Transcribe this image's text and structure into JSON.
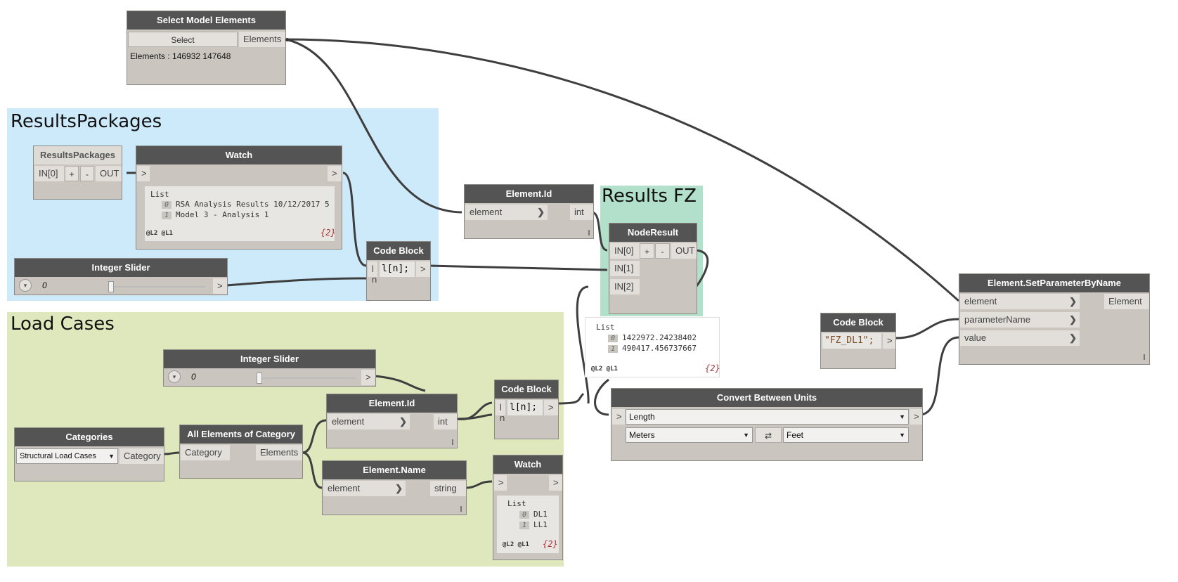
{
  "groups": {
    "results_packages": {
      "title": "ResultsPackages",
      "color": "#cdeafb"
    },
    "load_cases": {
      "title": "Load Cases",
      "color": "#dfe8bd"
    },
    "results_fz": {
      "title": "Results FZ",
      "color": "#b2e0cb"
    }
  },
  "select_model": {
    "title": "Select Model Elements",
    "button": "Select",
    "output": "Elements",
    "info": "Elements : 146932 147648"
  },
  "results_packages_node": {
    "title": "ResultsPackages",
    "input": "IN[0]",
    "plus": "+",
    "minus": "-",
    "output": "OUT"
  },
  "watch1": {
    "title": "Watch",
    "in": ">",
    "out": ">",
    "list_label": "List",
    "items": [
      {
        "idx": "0",
        "value": "RSA Analysis Results 10/12/2017 5"
      },
      {
        "idx": "1",
        "value": "Model 3 - Analysis 1"
      }
    ],
    "levels": "@L2 @L1",
    "count": "{2}"
  },
  "slider1": {
    "title": "Integer Slider",
    "value": "0",
    "out": ">",
    "position": 0.2
  },
  "code_block1": {
    "title": "Code Block",
    "in_l": "l",
    "in_n": "n",
    "code": "l[n];",
    "out": ">"
  },
  "element_id1": {
    "title": "Element.Id",
    "input": "element",
    "output": "int"
  },
  "node_result": {
    "title": "NodeResult",
    "in0": "IN[0]",
    "in1": "IN[1]",
    "in2": "IN[2]",
    "plus": "+",
    "minus": "-",
    "output": "OUT"
  },
  "node_result_watch": {
    "list_label": "List",
    "items": [
      {
        "idx": "0",
        "value": "1422972.24238402"
      },
      {
        "idx": "1",
        "value": "490417.456737667"
      }
    ],
    "levels": "@L2 @L1",
    "count": "{2}"
  },
  "code_block_fz": {
    "title": "Code Block",
    "code": "\"FZ_DL1\";",
    "out": ">"
  },
  "set_param": {
    "title": "Element.SetParameterByName",
    "in_element": "element",
    "in_param": "parameterName",
    "in_value": "value",
    "output": "Element"
  },
  "convert_units": {
    "title": "Convert Between Units",
    "in": ">",
    "out": ">",
    "measure": "Length",
    "from": "Meters",
    "swap": "⇄",
    "to": "Feet"
  },
  "slider2": {
    "title": "Integer Slider",
    "value": "0",
    "out": ">",
    "position": 0.65
  },
  "categories": {
    "title": "Categories",
    "selected": "Structural Load Cases",
    "output": "Category"
  },
  "all_elements": {
    "title": "All Elements of Category",
    "input": "Category",
    "output": "Elements"
  },
  "element_id2": {
    "title": "Element.Id",
    "input": "element",
    "output": "int"
  },
  "code_block2": {
    "title": "Code Block",
    "in_l": "l",
    "in_n": "n",
    "code": "l[n];",
    "out": ">"
  },
  "element_name": {
    "title": "Element.Name",
    "input": "element",
    "output": "string"
  },
  "watch2": {
    "title": "Watch",
    "in": ">",
    "out": ">",
    "list_label": "List",
    "items": [
      {
        "idx": "0",
        "value": "DL1"
      },
      {
        "idx": "1",
        "value": "LL1"
      }
    ],
    "levels": "@L2 @L1",
    "count": "{2}"
  }
}
